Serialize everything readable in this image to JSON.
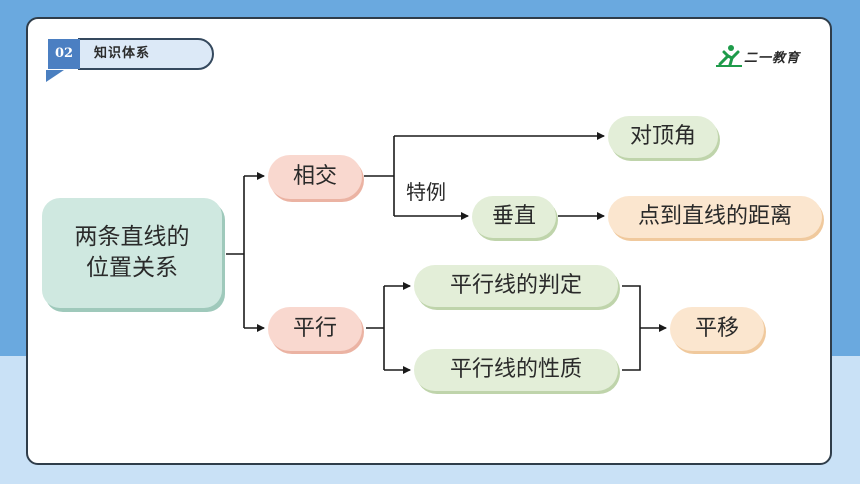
{
  "tag": {
    "number": "02",
    "title": "知识体系"
  },
  "logo": {
    "text": "二一教育"
  },
  "diagram": {
    "root": "两条直线的位置关系",
    "root_line1": "两条直线的",
    "root_line2": "位置关系",
    "intersect": "相交",
    "parallel": "平行",
    "vertical_angles": "对顶角",
    "perpendicular": "垂直",
    "point_line_distance": "点到直线的距离",
    "special_case_label": "特例",
    "parallel_test": "平行线的判定",
    "parallel_props": "平行线的性质",
    "translation": "平移"
  },
  "colors": {
    "background_top": "#6aa9df",
    "background_bottom": "#c9e1f6",
    "tag_number_bg": "#4b7fc2",
    "tag_body_bg": "#dce9f7",
    "node_pink": "#f9d8cf",
    "node_green": "#e3eed8",
    "node_peach": "#fbe6cf",
    "node_mint": "#cfe8e0"
  }
}
